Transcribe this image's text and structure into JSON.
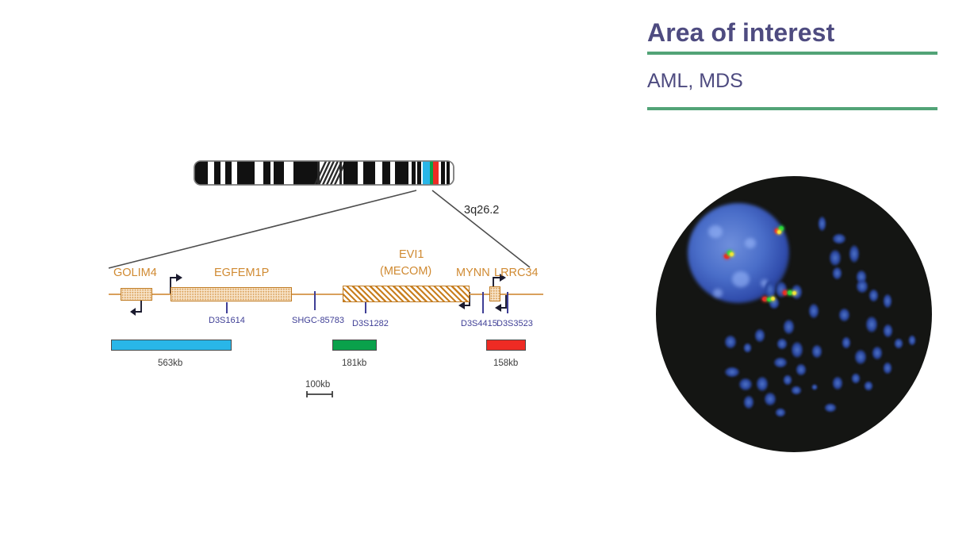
{
  "panel": {
    "title": "Area of interest",
    "subtitle": "AML, MDS",
    "title_color": "#4e4b80",
    "divider_color": "#52a377"
  },
  "ideogram": {
    "cytoband_label": "3q26.2",
    "probe_band_colors": [
      "#29b6e8",
      "#0aa14b",
      "#ee2b24"
    ]
  },
  "gene_map": {
    "genes": [
      {
        "name": "GOLIM4",
        "style": "dotted",
        "strand": "reverse"
      },
      {
        "name": "EGFEM1P",
        "style": "dotted",
        "strand": "forward"
      },
      {
        "name": "EVI1",
        "name2": "(MECOM)",
        "style": "hatched",
        "strand": "reverse"
      },
      {
        "name": "MYNN",
        "style": "none",
        "strand": "reverse"
      },
      {
        "name": "LRRC34",
        "style": "dotted",
        "strand": "forward"
      }
    ],
    "markers": [
      "D3S1614",
      "SHGC-85783",
      "D3S1282",
      "D3S4415",
      "D3S3523"
    ],
    "marker_color": "#3f3f96",
    "gene_color": "#d08a32"
  },
  "probes": [
    {
      "label": "563kb",
      "color": "#29b6e8"
    },
    {
      "label": "181kb",
      "color": "#0aa14b"
    },
    {
      "label": "158kb",
      "color": "#ee2b24"
    }
  ],
  "scale_bar": {
    "label": "100kb"
  },
  "fish": {
    "background_color": "#141513",
    "counterstain_color": "#2f4bab",
    "signal_colors": {
      "red": "#ef2b24",
      "green": "#27d63a",
      "yellow": "#f2e53a"
    }
  }
}
